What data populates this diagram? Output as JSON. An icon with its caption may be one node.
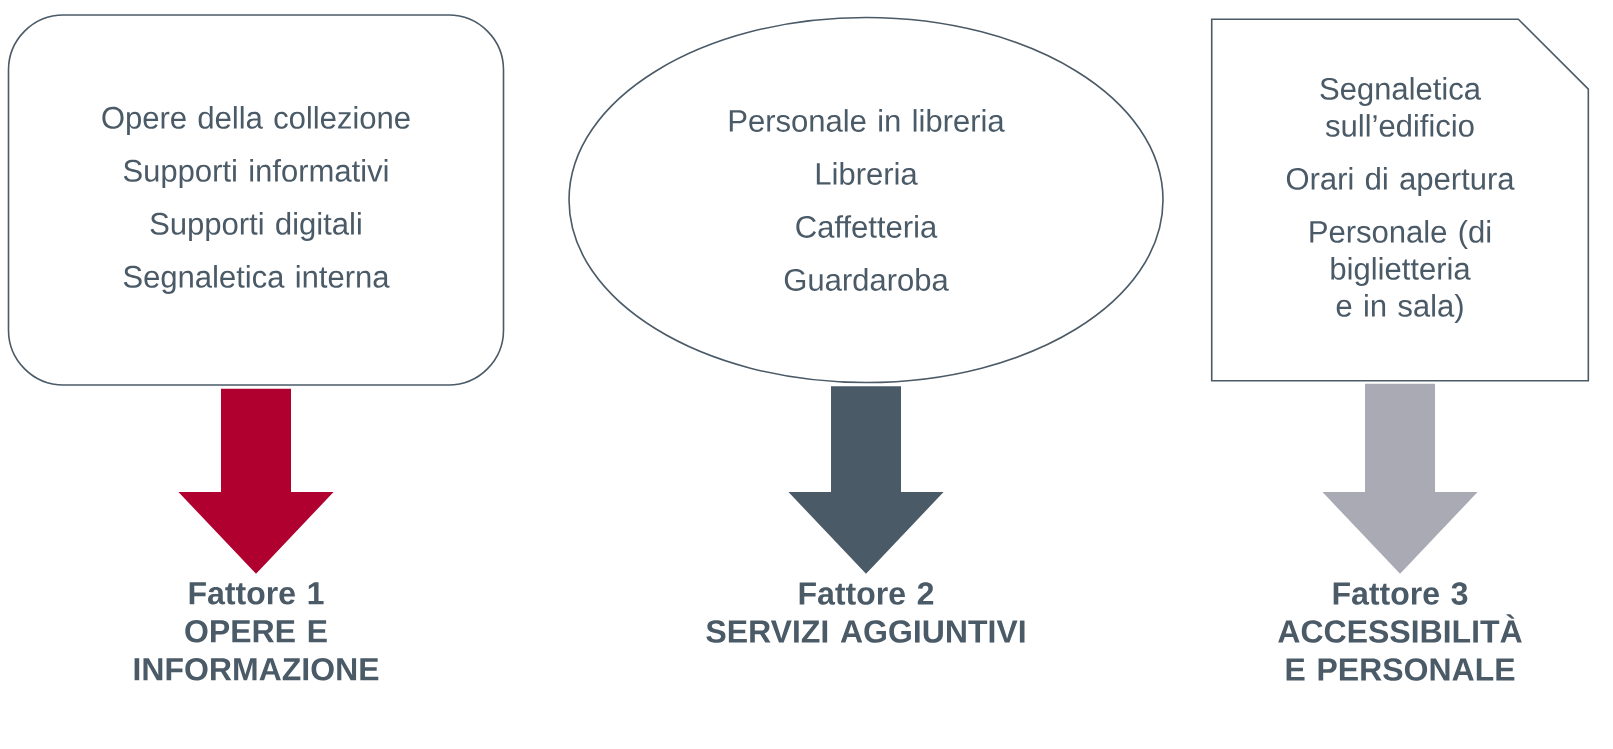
{
  "diagram": {
    "nodes": [
      {
        "text": [
          "Opere della collezione",
          "Supporti informativi",
          "Supporti digitali",
          "Segnaletica interna"
        ]
      },
      {
        "text": [
          "Personale in libreria",
          "Libreria",
          "Caffetteria",
          "Guardaroba"
        ]
      },
      {
        "text": [
          "Segnaletica sull’edificio",
          "Orari di apertura",
          "Personale (di biglietteria e in sala)"
        ]
      },
      {
        "text": [
          "Fattore 1",
          "OPERE E INFORMAZIONE"
        ]
      },
      {
        "text": [
          "Fattore 2",
          "SERVIZI AGGIUNTIVI"
        ]
      },
      {
        "text": [
          "Fattore 3",
          "ACCESSIBILITÀ E PERSONALE"
        ]
      }
    ],
    "edges": [
      {
        "from": 0,
        "to": 3,
        "arrow": "to",
        "color": "#b0002f"
      },
      {
        "from": 1,
        "to": 4,
        "arrow": "to",
        "color": "#4a5a67"
      },
      {
        "from": 2,
        "to": 5,
        "arrow": "to",
        "color": "#a9aab4"
      }
    ]
  }
}
